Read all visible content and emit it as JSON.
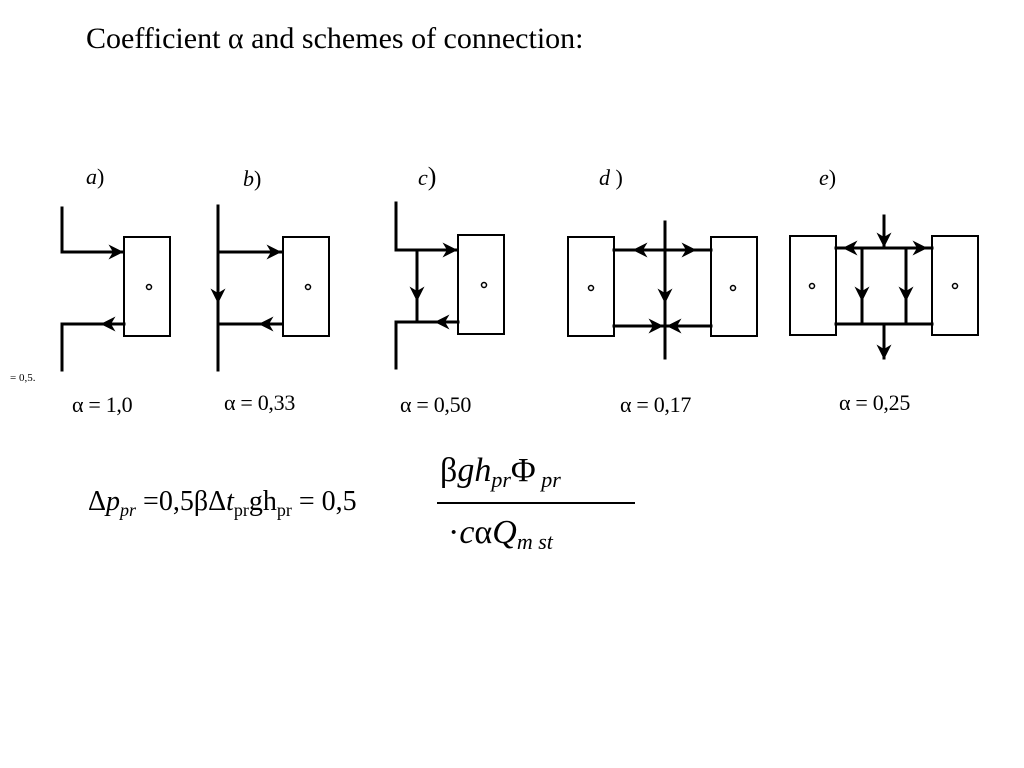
{
  "title": "Coefficient α and schemes of connection:",
  "margin_note": "= 0,5.",
  "schemes": [
    {
      "letter": "a",
      "paren": ")",
      "alpha": "α = 1,0"
    },
    {
      "letter": "b",
      "paren": ")",
      "alpha": "α = 0,33"
    },
    {
      "letter": "c",
      "paren": ")",
      "alpha": "α = 0,50"
    },
    {
      "letter": "d",
      "paren": " )",
      "alpha": "α = 0,17"
    },
    {
      "letter": "e",
      "paren": ")",
      "alpha": "α = 0,25"
    }
  ],
  "formula": {
    "delta": "Δ",
    "p": "p",
    "pr_sub": "pr",
    "eq_coef": " =0,5βΔ",
    "t": "t",
    "t_sub": "pr",
    "gh": "gh",
    "gh_sub": "pr",
    "rhs": " = 0,5",
    "num_beta": "β",
    "num_gh": "gh",
    "num_pr_sub": "pr",
    "num_phi": "Φ",
    "num_phi_sub": " pr",
    "den_dot": "·",
    "den_c": "c",
    "den_alpha": "α",
    "den_q": "Q",
    "den_sub": "m st"
  }
}
